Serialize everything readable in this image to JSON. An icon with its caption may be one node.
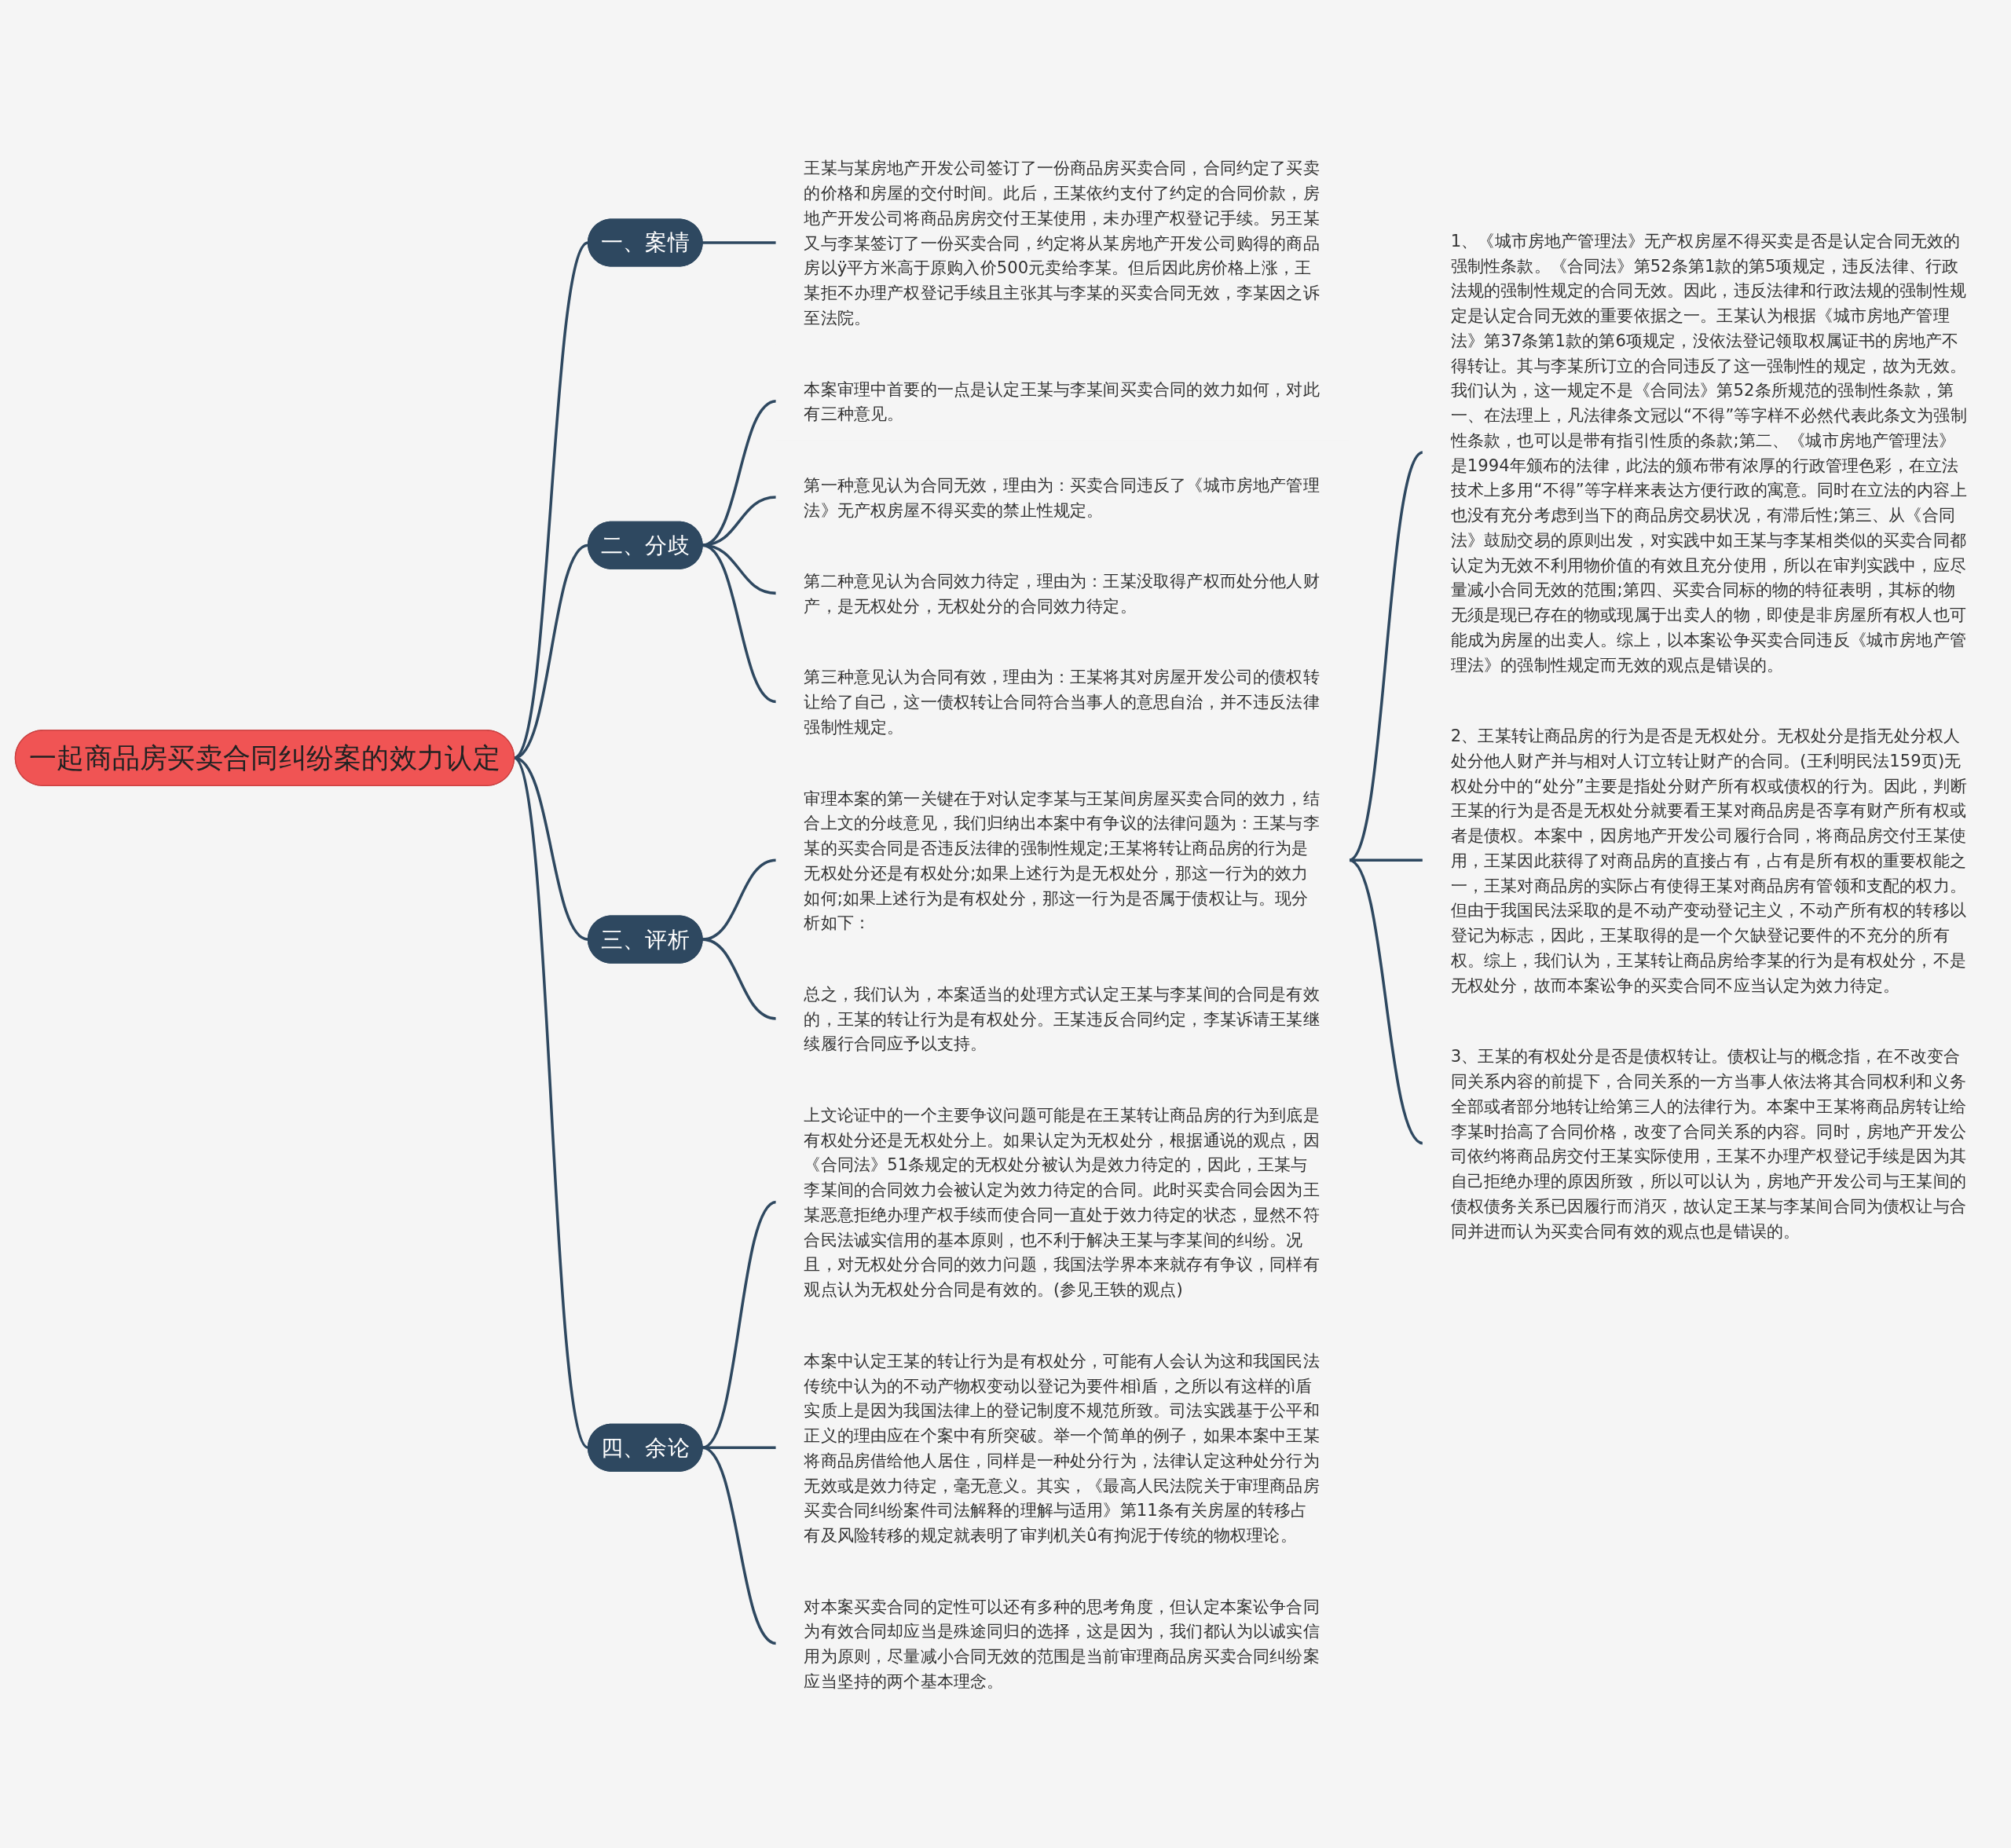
{
  "diagram": {
    "nodes": [
      {
        "text": [
          "一起商品房买卖合同纠纷案的效力认定"
        ]
      },
      {
        "text": [
          "一、案情"
        ]
      },
      {
        "text": [
          "王某与某房地产开发公司签订了一份商品房买卖合同，合同约定了买卖的价格和房屋的交付时间。此后，王某依约支付了约定的合同价款，房地产开发公司将商品房房交付王某使用，未办理产权登记手续。另王某又与李某签订了一份买卖合同，约定将从某房地产开发公司购得的商品房以ÿ平方米高于原购入价500元卖给李某。但后因此房价格上涨，王某拒不办理产权登记手续且主张其与李某的买卖合同无效，李某因之诉至法院。"
        ]
      },
      {
        "text": [
          "二、分歧"
        ]
      },
      {
        "text": [
          "本案审理中首要的一点是认定王某与李某间买卖合同的效力如何，对此有三种意见。"
        ]
      },
      {
        "text": [
          "第一种意见认为合同无效，理由为：买卖合同违反了《城市房地产管理法》无产权房屋不得买卖的禁止性规定。"
        ]
      },
      {
        "text": [
          "第二种意见认为合同效力待定，理由为：王某没取得产权而处分他人财产，是无权处分，无权处分的合同效力待定。"
        ]
      },
      {
        "text": [
          "第三种意见认为合同有效，理由为：王某将其对房屋开发公司的债权转让给了自己，这一债权转让合同符合当事人的意思自治，并不违反法律强制性规定。"
        ]
      },
      {
        "text": [
          "三、评析"
        ]
      },
      {
        "text": [
          "审理本案的第一关键在于对认定李某与王某间房屋买卖合同的效力，结合上文的分歧意见，我们归纳出本案中有争议的法律问题为：王某与李某的买卖合同是否违反法律的强制性规定;王某将转让商品房的行为是无权处分还是有权处分;如果上述行为是无权处分，那这一行为的效力如何;如果上述行为是有权处分，那这一行为是否属于债权让与。现分析如下："
        ]
      },
      {
        "text": [
          "1、《城市房地产管理法》无产权房屋不得买卖是否是认定合同无效的强制性条款。《合同法》第52条第1款的第5项规定，违反法律、行政法规的强制性规定的合同无效。因此，违反法律和行政法规的强制性规定是认定合同无效的重要依据之一。王某认为根据《城市房地产管理法》第37条第1款的第6项规定，没依法登记领取权属证书的房地产不得转让。其与李某所订立的合同违反了这一强制性的规定，故为无效。我们认为，这一规定不是《合同法》第52条所规范的强制性条款，第一、在法理上，凡法律条文冠以“不得”等字样不必然代表此条文为强制性条款，也可以是带有指引性质的条款;第二、《城市房地产管理法》是1994年颁布的法律，此法的颁布带有浓厚的行政管理色彩，在立法技术上多用“不得”等字样来表达方便行政的寓意。同时在立法的内容上也没有充分考虑到当下的商品房交易状况，有滞后性;第三、从《合同法》鼓励交易的原则出发，对实践中如王某与李某相类似的买卖合同都认定为无效不利用物价值的有效且充分使用，所以在审判实践中，应尽量减小合同无效的范围;第四、买卖合同标的物的特征表明，其标的物无须是现已存在的物或现属于出卖人的物，即使是非房屋所有权人也可能成为房屋的出卖人。综上，以本案讼争买卖合同违反《城市房地产管理法》的强制性规定而无效的观点是错误的。"
        ]
      },
      {
        "text": [
          "2、王某转让商品房的行为是否是无权处分。无权处分是指无处分权人处分他人财产并与相对人订立转让财产的合同。(王利明民法159页)无权处分中的“处分”主要是指处分财产所有权或债权的行为。因此，判断王某的行为是否是无权处分就要看王某对商品房是否享有财产所有权或者是债权。本案中，因房地产开发公司履行合同，将商品房交付王某使用，王某因此获得了对商品房的直接占有，占有是所有权的重要权能之一，王某对商品房的实际占有使得王某对商品房有管领和支配的权力。但由于我国民法采取的是不动产变动登记主义，不动产所有权的转移以登记为标志，因此，王某取得的是一个欠缺登记要件的不充分的所有权。综上，我们认为，王某转让商品房给李某的行为是有权处分，不是无权处分，故而本案讼争的买卖合同不应当认定为效力待定。"
        ]
      },
      {
        "text": [
          "3、王某的有权处分是否是债权转让。债权让与的概念指，在不改变合同关系内容的前提下，合同关系的一方当事人依法将其合同权利和义务全部或者部分地转让给第三人的法律行为。本案中王某将商品房转让给李某时抬高了合同价格，改变了合同关系的内容。同时，房地产开发公司依约将商品房交付王某实际使用，王某不办理产权登记手续是因为其自己拒绝办理的原因所致，所以可以认为，房地产开发公司与王某间的债权债务关系已因履行而消灭，故认定王某与李某间合同为债权让与合同并进而认为买卖合同有效的观点也是错误的。"
        ]
      },
      {
        "text": [
          "总之，我们认为，本案适当的处理方式认定王某与李某间的合同是有效的，王某的转让行为是有权处分。王某违反合同约定，李某诉请王某继续履行合同应予以支持。"
        ]
      },
      {
        "text": [
          "四、余论"
        ]
      },
      {
        "text": [
          "上文论证中的一个主要争议问题可能是在王某转让商品房的行为到底是有权处分还是无权处分上。如果认定为无权处分，根据通说的观点，因《合同法》51条规定的无权处分被认为是效力待定的，因此，王某与李某间的合同效力会被认定为效力待定的合同。此时买卖合同会因为王某恶意拒绝办理产权手续而使合同一直处于效力待定的状态，显然不符合民法诚实信用的基本原则，也不利于解决王某与李某间的纠纷。况且，对无权处分合同的效力问题，我国法学界本来就存有争议，同样有观点认为无权处分合同是有效的。(参见王轶的观点)"
        ]
      },
      {
        "text": [
          "本案中认定王某的转让行为是有权处分，可能有人会认为这和我国民法传统中认为的不动产物权变动以登记为要件相ì盾，之所以有这样的ì盾实质上是因为我国法律上的登记制度不规范所致。司法实践基于公平和正义的理由应在个案中有所突破。举一个简单的例子，如果本案中王某将商品房借给他人居住，同样是一种处分行为，法律认定这种处分行为无效或是效力待定，毫无意义。其实，《最高人民法院关于审理商品房买卖合同纠纷案件司法解释的理解与适用》第11条有关房屋的转移占有及风险转移的规定就表明了审判机关û有拘泥于传统的物权理论。"
        ]
      },
      {
        "text": [
          "对本案买卖合同的定性可以还有多种的思考角度，但认定本案讼争合同为有效合同却应当是殊途同归的选择，这是因为，我们都认为以诚实信用为原则，尽量减小合同无效的范围是当前审理商品房买卖合同纠纷案应当坚持的两个基本理念。"
        ]
      }
    ],
    "edges": [
      {
        "from": 0,
        "to": 1,
        "arrow": "none"
      },
      {
        "from": 1,
        "to": 2,
        "arrow": "none"
      },
      {
        "from": 0,
        "to": 3,
        "arrow": "none"
      },
      {
        "from": 3,
        "to": 4,
        "arrow": "none"
      },
      {
        "from": 3,
        "to": 5,
        "arrow": "none"
      },
      {
        "from": 3,
        "to": 6,
        "arrow": "none"
      },
      {
        "from": 3,
        "to": 7,
        "arrow": "none"
      },
      {
        "from": 0,
        "to": 8,
        "arrow": "none"
      },
      {
        "from": 8,
        "to": 9,
        "arrow": "none"
      },
      {
        "from": 9,
        "to": 10,
        "arrow": "none"
      },
      {
        "from": 9,
        "to": 11,
        "arrow": "none"
      },
      {
        "from": 9,
        "to": 12,
        "arrow": "none"
      },
      {
        "from": 8,
        "to": 13,
        "arrow": "none"
      },
      {
        "from": 0,
        "to": 14,
        "arrow": "none"
      },
      {
        "from": 14,
        "to": 15,
        "arrow": "none"
      },
      {
        "from": 14,
        "to": 16,
        "arrow": "none"
      },
      {
        "from": 14,
        "to": 17,
        "arrow": "none"
      }
    ]
  }
}
